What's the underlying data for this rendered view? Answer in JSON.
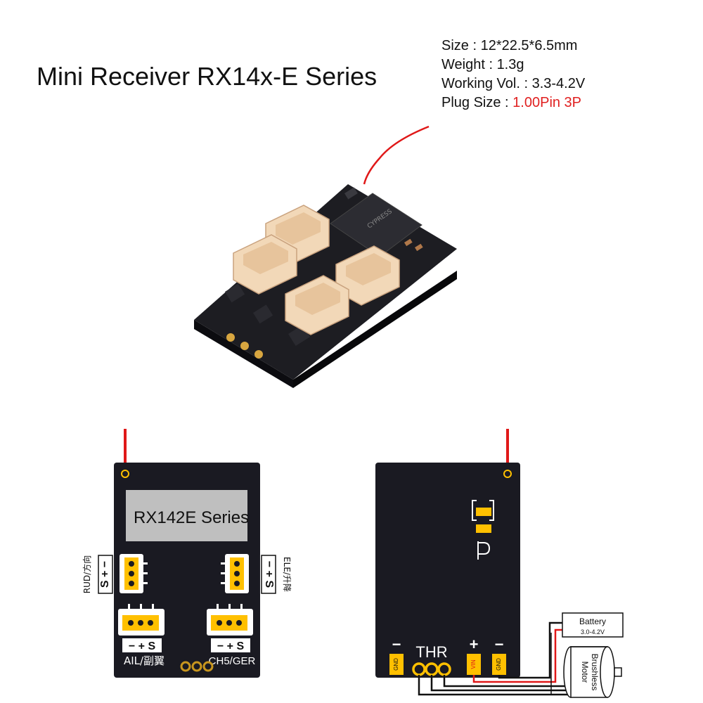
{
  "title": "Mini Receiver RX14x-E Series",
  "specs": [
    {
      "label": "Size : ",
      "value": "12*22.5*6.5mm",
      "highlight": false
    },
    {
      "label": "Weight :  ",
      "value": "1.3g",
      "highlight": false
    },
    {
      "label": "Working Vol. : ",
      "value": "3.3-4.2V",
      "highlight": false
    },
    {
      "label": "Plug Size : ",
      "value": "1.00Pin 3P",
      "highlight": true
    }
  ],
  "front_board": {
    "label": "RX142E Series",
    "rud_label": "RUD/方向",
    "rud_pins": "S + −",
    "ele_label": "ELE/升降",
    "ele_pins": "− + S",
    "ail_label": "AIL/副翼",
    "ail_pins": "− + S",
    "ch5_label": "CH5/GER",
    "ch5_pins": "− + S"
  },
  "back_board": {
    "thr_label": "THR",
    "minus_left": "−",
    "plus": "+",
    "minus_right": "−",
    "gnd_left": "GND",
    "vin": "VIN",
    "gnd_right": "GND",
    "battery_title": "Battery",
    "battery_range": "3.0-4.2V",
    "motor_label_1": "Brushless",
    "motor_label_2": "Motor"
  },
  "colors": {
    "board": "#1a1a22",
    "pad": "#ffc000",
    "wire": "#e01818",
    "label_box": "#bfbfbf"
  }
}
